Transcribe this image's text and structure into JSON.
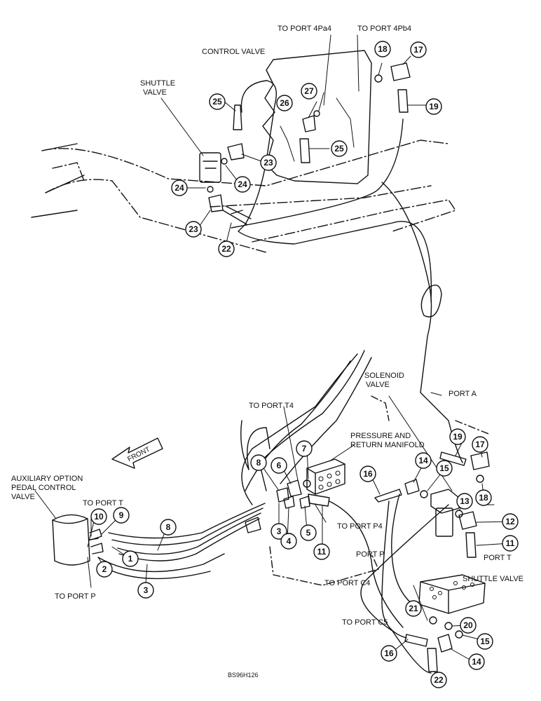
{
  "labels": {
    "to_port_4pa4": "TO PORT 4Pa4",
    "to_port_4pb4": "TO PORT 4Pb4",
    "control_valve": "CONTROL VALVE",
    "shuttle_valve_top_1": "SHUTTLE",
    "shuttle_valve_top_2": "VALVE",
    "solenoid_valve_1": "SOLENOID",
    "solenoid_valve_2": "VALVE",
    "port_a": "PORT A",
    "to_port_t4": "TO PORT T4",
    "pressure_return_manifold_1": "PRESSURE AND",
    "pressure_return_manifold_2": "RETURN MANIFOLD",
    "front": "FRONT",
    "aux_pedal_1": "AUXILIARY OPTION",
    "aux_pedal_2": "PEDAL CONTROL",
    "aux_pedal_3": "VALVE",
    "to_port_t": "TO PORT T",
    "to_port_p": "TO PORT P",
    "to_port_p4": "TO PORT P4",
    "port_p": "PORT P",
    "port_t": "PORT T",
    "to_port_c4": "TO PORT C4",
    "shuttle_valve_bottom": "SHUTTLE VALVE",
    "to_port_c5": "TO PORT C5",
    "figure_ref": "BS96H126"
  },
  "callouts": [
    "1",
    "2",
    "3",
    "4",
    "5",
    "6",
    "7",
    "8",
    "9",
    "10",
    "11",
    "12",
    "13",
    "14",
    "15",
    "16",
    "17",
    "18",
    "19",
    "20",
    "21",
    "22",
    "23",
    "24",
    "25",
    "26",
    "27"
  ]
}
